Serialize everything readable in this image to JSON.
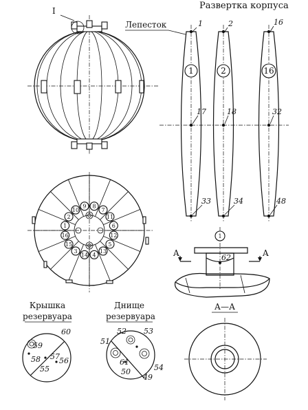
{
  "title_development": "Развертка корпуса",
  "label_petal": "Лепесток",
  "label_view_I": "I",
  "petal_top_numbers": [
    "1",
    "2",
    "16"
  ],
  "petal_circle_numbers": [
    "1",
    "2",
    "16"
  ],
  "petal_mid_numbers": [
    "17",
    "18",
    "32"
  ],
  "petal_bottom_numbers": [
    "33",
    "34",
    "48"
  ],
  "top_view_numbers": [
    "10",
    "9",
    "8",
    "7",
    "11",
    "6",
    "12",
    "5",
    "13",
    "4",
    "14",
    "3",
    "15",
    "16",
    "1",
    "2"
  ],
  "detail_circle_number": "1",
  "detail_number": "62",
  "section_marker": "A",
  "section_title": "А—А",
  "lid_title_line1": "Крышка",
  "lid_title_line2": "резервуара",
  "lid_numbers": [
    "60",
    "59",
    "58",
    "57",
    "56",
    "55"
  ],
  "bottom_title_line1": "Днище",
  "bottom_title_line2": "резервуара",
  "bottom_numbers": [
    "52",
    "53",
    "51",
    "61",
    "50",
    "54",
    "49"
  ]
}
